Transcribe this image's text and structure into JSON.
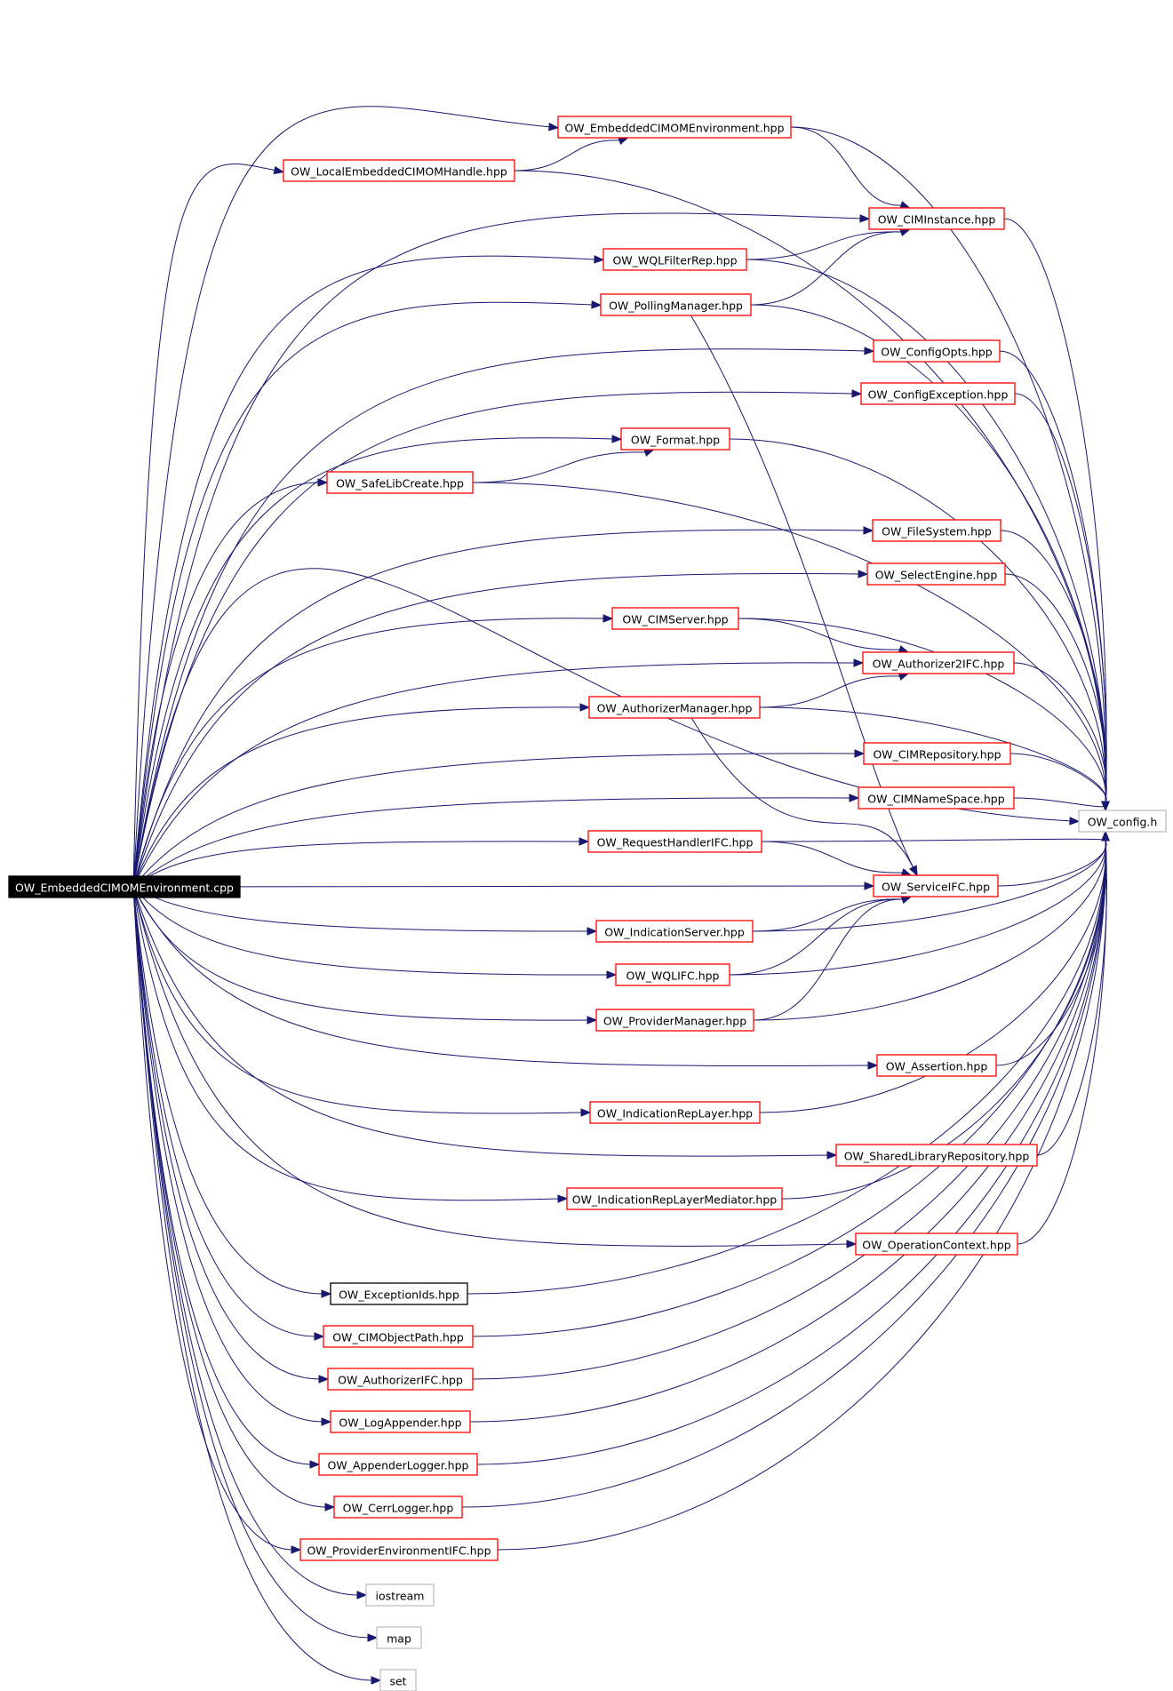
{
  "graph": {
    "root": "OW_EmbeddedCIMOMEnvironment.cpp",
    "nodes": [
      {
        "id": "root",
        "label": "OW_EmbeddedCIMOMEnvironment.cpp",
        "style": "root"
      },
      {
        "id": "embenv",
        "label": "OW_EmbeddedCIMOMEnvironment.hpp",
        "style": "red"
      },
      {
        "id": "lech",
        "label": "OW_LocalEmbeddedCIMOMHandle.hpp",
        "style": "red"
      },
      {
        "id": "ciminst",
        "label": "OW_CIMInstance.hpp",
        "style": "red"
      },
      {
        "id": "wqlfr",
        "label": "OW_WQLFilterRep.hpp",
        "style": "red"
      },
      {
        "id": "pollmgr",
        "label": "OW_PollingManager.hpp",
        "style": "red"
      },
      {
        "id": "cfgopts",
        "label": "OW_ConfigOpts.hpp",
        "style": "red"
      },
      {
        "id": "cfgexc",
        "label": "OW_ConfigException.hpp",
        "style": "red"
      },
      {
        "id": "format",
        "label": "OW_Format.hpp",
        "style": "red"
      },
      {
        "id": "safelib",
        "label": "OW_SafeLibCreate.hpp",
        "style": "red"
      },
      {
        "id": "filesys",
        "label": "OW_FileSystem.hpp",
        "style": "red"
      },
      {
        "id": "selengine",
        "label": "OW_SelectEngine.hpp",
        "style": "red"
      },
      {
        "id": "cimserver",
        "label": "OW_CIMServer.hpp",
        "style": "red"
      },
      {
        "id": "auth2",
        "label": "OW_Authorizer2IFC.hpp",
        "style": "red"
      },
      {
        "id": "authmgr",
        "label": "OW_AuthorizerManager.hpp",
        "style": "red"
      },
      {
        "id": "cimrepo",
        "label": "OW_CIMRepository.hpp",
        "style": "red"
      },
      {
        "id": "cimns",
        "label": "OW_CIMNameSpace.hpp",
        "style": "red"
      },
      {
        "id": "config",
        "label": "OW_config.h",
        "style": "grey"
      },
      {
        "id": "reqh",
        "label": "OW_RequestHandlerIFC.hpp",
        "style": "red"
      },
      {
        "id": "service",
        "label": "OW_ServiceIFC.hpp",
        "style": "red"
      },
      {
        "id": "indserver",
        "label": "OW_IndicationServer.hpp",
        "style": "red"
      },
      {
        "id": "wqlifc",
        "label": "OW_WQLIFC.hpp",
        "style": "red"
      },
      {
        "id": "provmgr",
        "label": "OW_ProviderManager.hpp",
        "style": "red"
      },
      {
        "id": "assertion",
        "label": "OW_Assertion.hpp",
        "style": "red"
      },
      {
        "id": "indrep",
        "label": "OW_IndicationRepLayer.hpp",
        "style": "red"
      },
      {
        "id": "sharedlib",
        "label": "OW_SharedLibraryRepository.hpp",
        "style": "red"
      },
      {
        "id": "indrepmed",
        "label": "OW_IndicationRepLayerMediator.hpp",
        "style": "red"
      },
      {
        "id": "opctx",
        "label": "OW_OperationContext.hpp",
        "style": "red"
      },
      {
        "id": "excids",
        "label": "OW_ExceptionIds.hpp",
        "style": "black"
      },
      {
        "id": "cimop",
        "label": "OW_CIMObjectPath.hpp",
        "style": "red"
      },
      {
        "id": "authifc",
        "label": "OW_AuthorizerIFC.hpp",
        "style": "red"
      },
      {
        "id": "logapp",
        "label": "OW_LogAppender.hpp",
        "style": "red"
      },
      {
        "id": "applog",
        "label": "OW_AppenderLogger.hpp",
        "style": "red"
      },
      {
        "id": "cerr",
        "label": "OW_CerrLogger.hpp",
        "style": "red"
      },
      {
        "id": "provenv",
        "label": "OW_ProviderEnvironmentIFC.hpp",
        "style": "red"
      },
      {
        "id": "iostream",
        "label": "iostream",
        "style": "grey"
      },
      {
        "id": "map",
        "label": "map",
        "style": "grey"
      },
      {
        "id": "set",
        "label": "set",
        "style": "grey"
      }
    ],
    "edges": [
      [
        "root",
        "embenv"
      ],
      [
        "root",
        "lech"
      ],
      [
        "root",
        "ciminst"
      ],
      [
        "root",
        "wqlfr"
      ],
      [
        "root",
        "pollmgr"
      ],
      [
        "root",
        "cfgopts"
      ],
      [
        "root",
        "cfgexc"
      ],
      [
        "root",
        "format"
      ],
      [
        "root",
        "safelib"
      ],
      [
        "root",
        "filesys"
      ],
      [
        "root",
        "selengine"
      ],
      [
        "root",
        "cimserver"
      ],
      [
        "root",
        "auth2"
      ],
      [
        "root",
        "authmgr"
      ],
      [
        "root",
        "cimrepo"
      ],
      [
        "root",
        "cimns"
      ],
      [
        "root",
        "reqh"
      ],
      [
        "root",
        "service"
      ],
      [
        "root",
        "indserver"
      ],
      [
        "root",
        "wqlifc"
      ],
      [
        "root",
        "provmgr"
      ],
      [
        "root",
        "assertion"
      ],
      [
        "root",
        "indrep"
      ],
      [
        "root",
        "sharedlib"
      ],
      [
        "root",
        "indrepmed"
      ],
      [
        "root",
        "opctx"
      ],
      [
        "root",
        "excids"
      ],
      [
        "root",
        "cimop"
      ],
      [
        "root",
        "authifc"
      ],
      [
        "root",
        "logapp"
      ],
      [
        "root",
        "applog"
      ],
      [
        "root",
        "cerr"
      ],
      [
        "root",
        "provenv"
      ],
      [
        "root",
        "iostream"
      ],
      [
        "root",
        "map"
      ],
      [
        "root",
        "set"
      ],
      [
        "root",
        "config"
      ],
      [
        "lech",
        "embenv"
      ],
      [
        "lech",
        "config"
      ],
      [
        "embenv",
        "ciminst"
      ],
      [
        "embenv",
        "config"
      ],
      [
        "wqlfr",
        "ciminst"
      ],
      [
        "wqlfr",
        "config"
      ],
      [
        "pollmgr",
        "ciminst"
      ],
      [
        "pollmgr",
        "service"
      ],
      [
        "pollmgr",
        "config"
      ],
      [
        "ciminst",
        "config"
      ],
      [
        "cfgopts",
        "config"
      ],
      [
        "cfgexc",
        "config"
      ],
      [
        "safelib",
        "format"
      ],
      [
        "safelib",
        "config"
      ],
      [
        "format",
        "config"
      ],
      [
        "filesys",
        "config"
      ],
      [
        "selengine",
        "config"
      ],
      [
        "cimserver",
        "auth2"
      ],
      [
        "cimserver",
        "config"
      ],
      [
        "authmgr",
        "auth2"
      ],
      [
        "authmgr",
        "service"
      ],
      [
        "authmgr",
        "config"
      ],
      [
        "auth2",
        "config"
      ],
      [
        "cimrepo",
        "config"
      ],
      [
        "cimns",
        "config"
      ],
      [
        "reqh",
        "service"
      ],
      [
        "reqh",
        "config"
      ],
      [
        "service",
        "config"
      ],
      [
        "indserver",
        "service"
      ],
      [
        "indserver",
        "config"
      ],
      [
        "wqlifc",
        "service"
      ],
      [
        "wqlifc",
        "config"
      ],
      [
        "provmgr",
        "service"
      ],
      [
        "provmgr",
        "config"
      ],
      [
        "assertion",
        "config"
      ],
      [
        "indrep",
        "config"
      ],
      [
        "sharedlib",
        "config"
      ],
      [
        "indrepmed",
        "config"
      ],
      [
        "opctx",
        "config"
      ],
      [
        "excids",
        "config"
      ],
      [
        "cimop",
        "config"
      ],
      [
        "authifc",
        "config"
      ],
      [
        "logapp",
        "config"
      ],
      [
        "applog",
        "config"
      ],
      [
        "cerr",
        "config"
      ],
      [
        "provenv",
        "config"
      ]
    ]
  }
}
